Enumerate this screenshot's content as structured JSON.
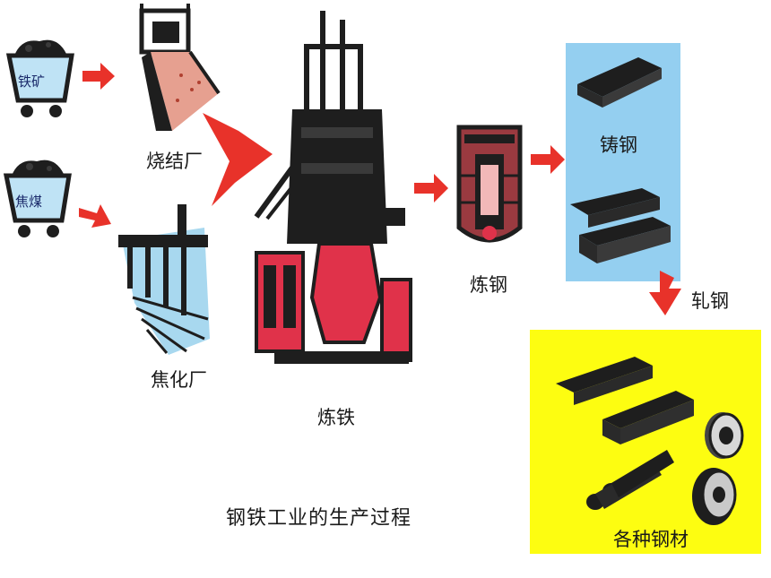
{
  "labels": {
    "iron_ore": "铁矿",
    "coke_coal": "焦煤",
    "sinter_plant": "烧结厂",
    "coking_plant": "焦化厂",
    "ironmaking": "炼铁",
    "steelmaking": "炼钢",
    "casting": "铸钢",
    "rolling": "轧钢",
    "steel_products": "各种钢材"
  },
  "caption": "钢铁工业的生产过程",
  "colors": {
    "arrow": "#e8322a",
    "cast_panel": "#94cff0",
    "products_panel": "#fdfd11",
    "cart_body": "#bfe3f5",
    "furnace_red": "#e0324a",
    "dark": "#1e1e1e"
  },
  "icons": [
    "ore-cart-icon",
    "coal-cart-icon",
    "sinter-plant-icon",
    "coking-plant-icon",
    "blast-furnace-icon",
    "converter-icon",
    "steel-slab-icon",
    "steel-coil-icon"
  ]
}
